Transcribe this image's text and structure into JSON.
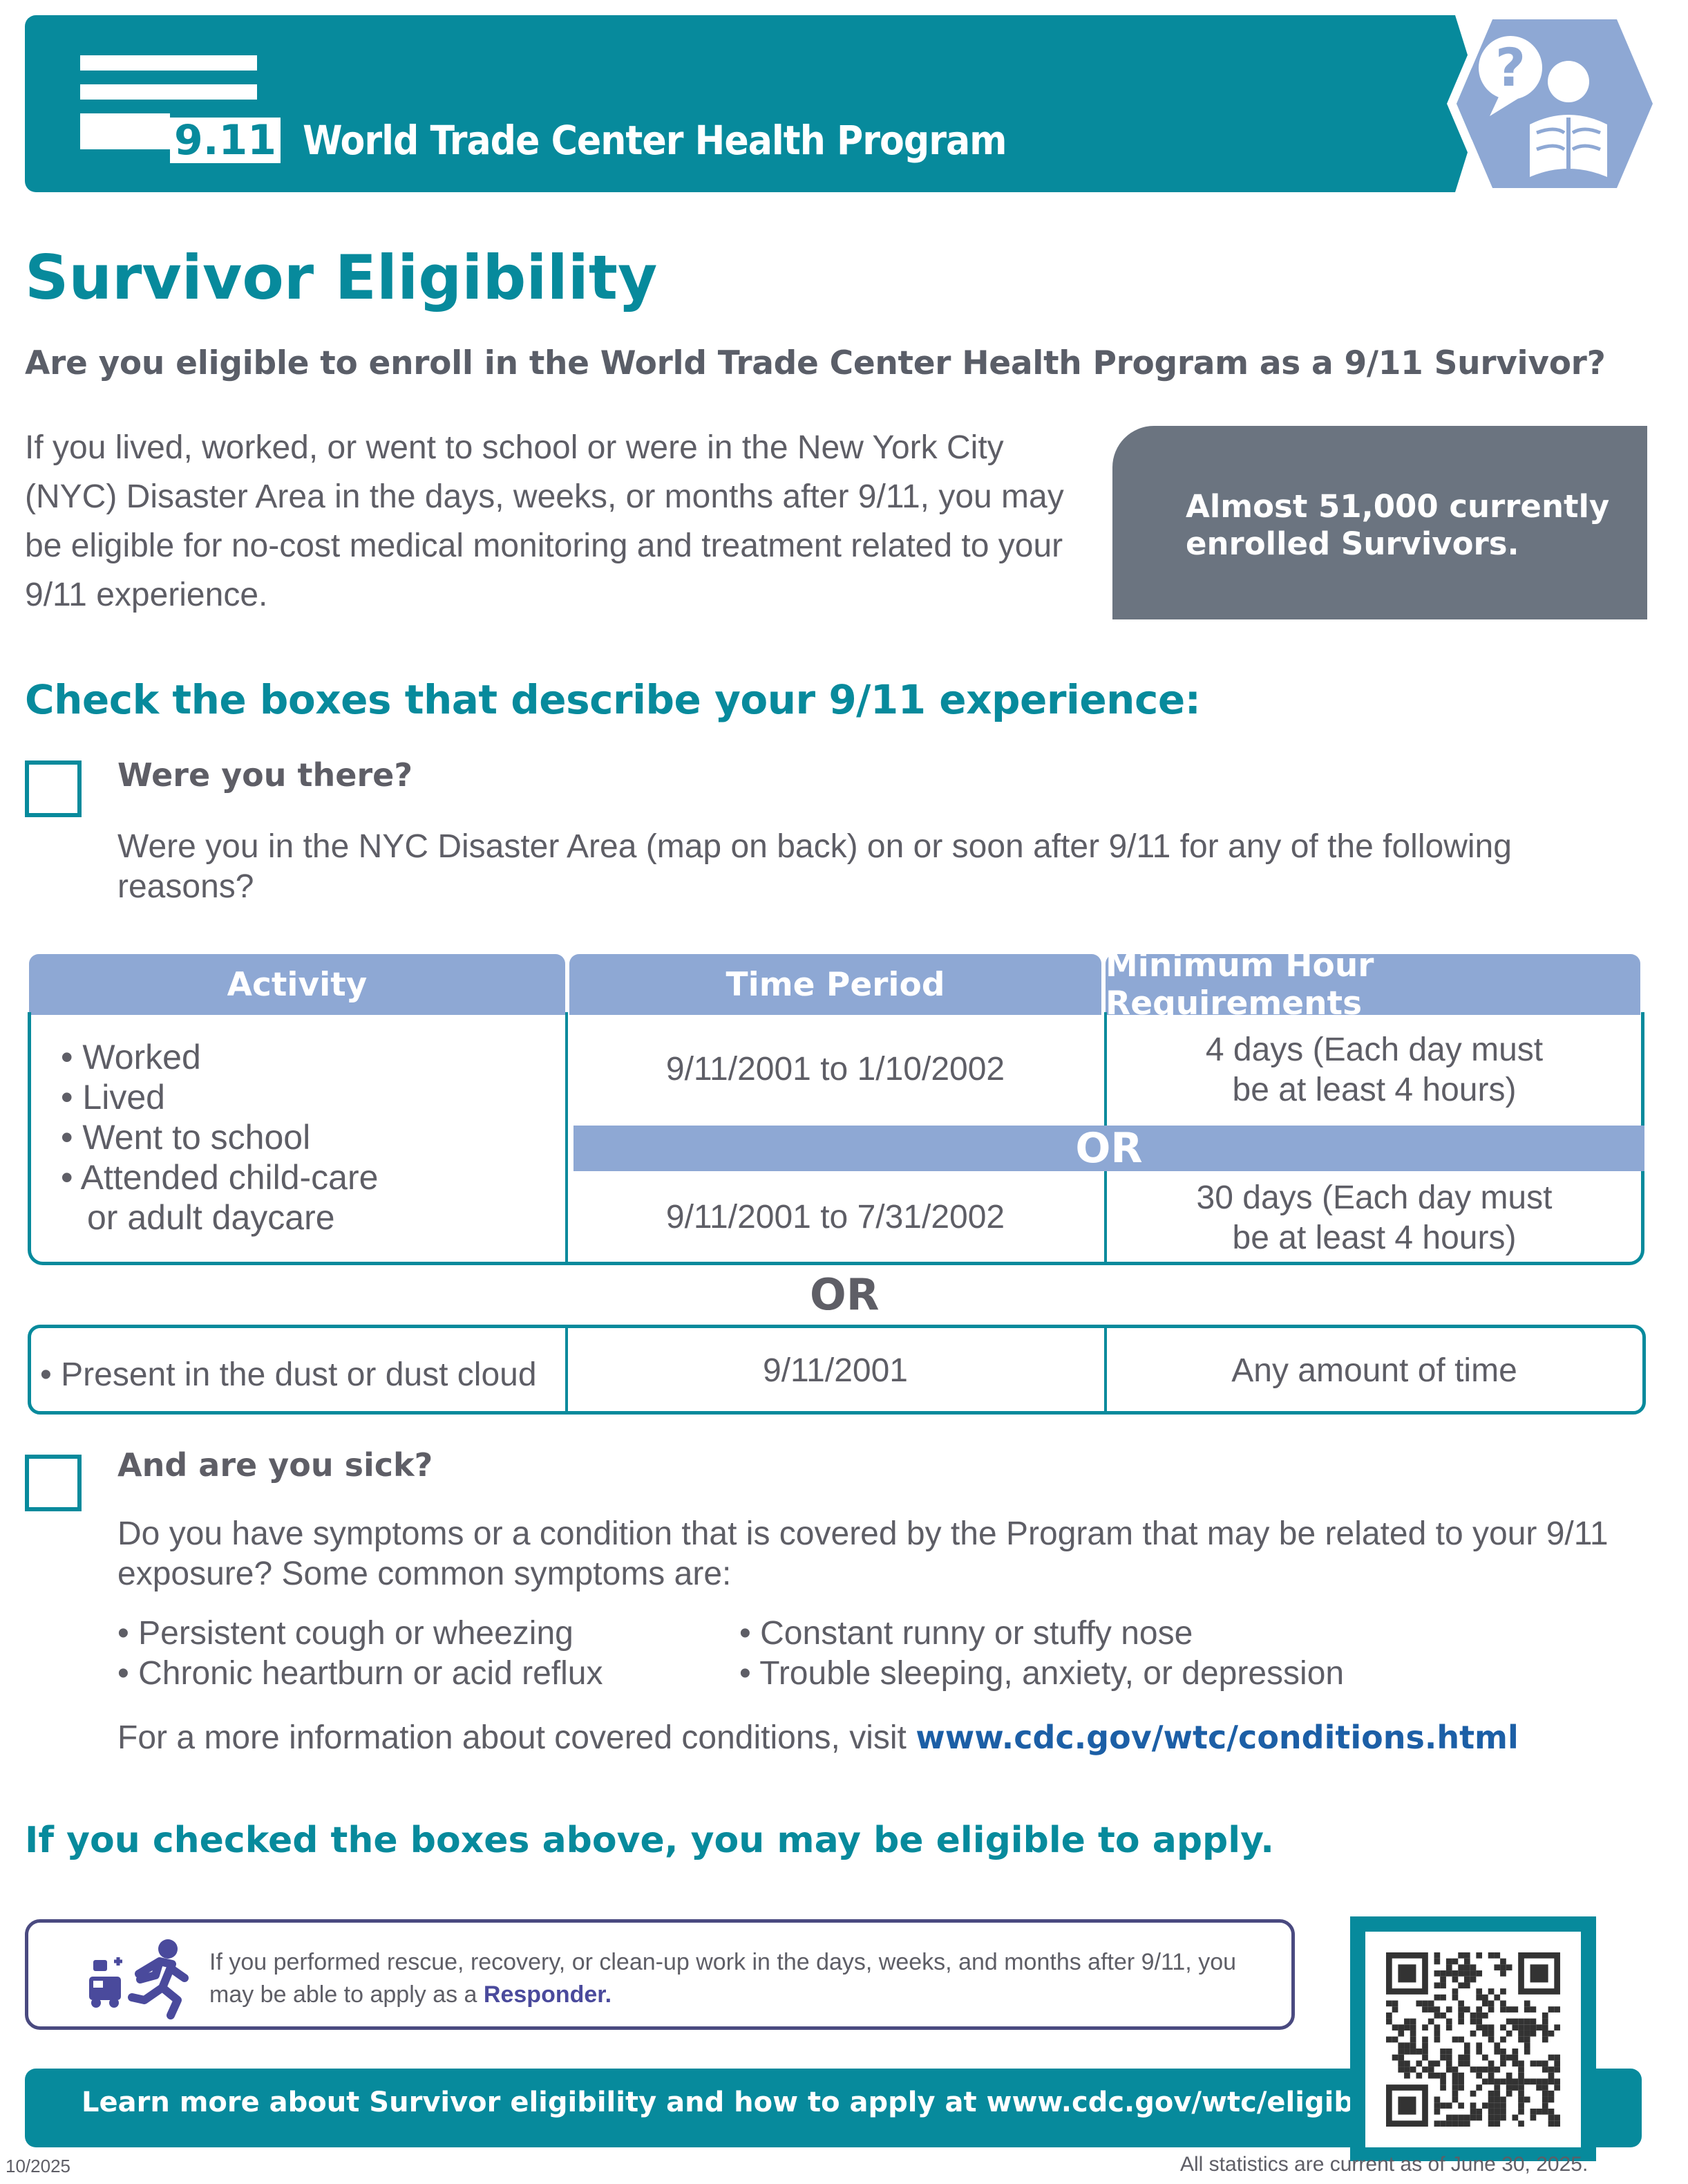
{
  "header": {
    "logo_number": "9.11",
    "program_name": "World Trade Center Health Program",
    "accent_color": "#078a9c",
    "icon": "question-reader-icon"
  },
  "title": "Survivor Eligibility",
  "question": "Are you eligible to enroll in the World Trade Center Health Program as a 9/11 Survivor?",
  "intro": "If you lived, worked, or went to school or were in the New York City (NYC) Disaster Area in the days, weeks, or months after 9/11, you may be eligible for no-cost medical monitoring and treatment related to your 9/11 experience.",
  "stat_box": {
    "text": "Almost 51,000 currently enrolled Survivors."
  },
  "check_heading": "Check the boxes that describe your 9/11 experience:",
  "section1": {
    "label": "Were you there?",
    "text": "Were you in the NYC Disaster Area (map on back) on or soon after 9/11 for any of the following reasons?"
  },
  "table": {
    "headers": [
      "Activity",
      "Time Period",
      "Minimum Hour Requirements"
    ],
    "activities": [
      "Worked",
      "Lived",
      "Went to school",
      "Attended child-care",
      "or adult daycare"
    ],
    "row1_period": "9/11/2001 to 1/10/2002",
    "row1_requirement": [
      "4 days (Each day must",
      "be at least 4 hours)"
    ],
    "or_label": "OR",
    "row2_period": "9/11/2001 to 7/31/2002",
    "row2_requirement": [
      "30 days (Each day must",
      "be at least 4 hours)"
    ],
    "or_between": "OR",
    "row3_activity": "Present in the dust or dust cloud",
    "row3_period": "9/11/2001",
    "row3_requirement": "Any amount of time"
  },
  "section2": {
    "label": "And are you sick?",
    "text": "Do you have symptoms or a condition that is covered by the Program that may be related to your 9/11 exposure? Some common symptoms are:",
    "symptoms_left": [
      "Persistent cough or wheezing",
      "Chronic heartburn or acid reflux"
    ],
    "symptoms_right": [
      "Constant runny or stuffy nose",
      "Trouble sleeping, anxiety, or depression"
    ],
    "info_prefix": "For a more information about covered conditions, visit ",
    "info_link": "www.cdc.gov/wtc/conditions.html"
  },
  "apply_heading": "If you checked the boxes above, you may be eligible to apply.",
  "responder": {
    "text": "If you performed rescue, recovery, or clean-up work in the days, weeks, and months after 9/11, you may be able to apply as a ",
    "link": "Responder."
  },
  "footer": {
    "text": "Learn more about Survivor eligibility and how to apply at www.cdc.gov/wtc/eligiblegroups.html"
  },
  "date_code": "10/2025",
  "stats_note": "All statistics are current as of June 30, 2025."
}
